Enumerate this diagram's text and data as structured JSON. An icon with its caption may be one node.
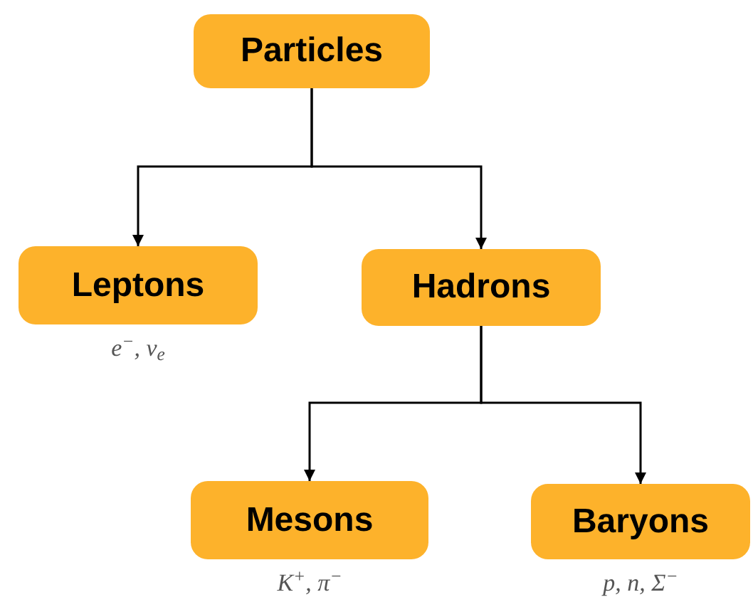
{
  "diagram": {
    "nodes": [
      {
        "text": [
          "Particles"
        ]
      },
      {
        "text": [
          "Leptons"
        ],
        "beside": [
          "e$^{−}$, ν$_{e}$"
        ]
      },
      {
        "text": [
          "Hadrons"
        ]
      },
      {
        "text": [
          "Mesons"
        ],
        "beside": [
          "K$^{+}$, π$^{−}$"
        ]
      },
      {
        "text": [
          "Baryons"
        ],
        "beside": [
          "p, n, Σ$^{−}$"
        ]
      }
    ],
    "edges": [
      {
        "from": 0,
        "to": 1,
        "arrow": "to"
      },
      {
        "from": 0,
        "to": 2,
        "arrow": "to"
      },
      {
        "from": 2,
        "to": 3,
        "arrow": "to"
      },
      {
        "from": 2,
        "to": 4,
        "arrow": "to"
      }
    ]
  }
}
